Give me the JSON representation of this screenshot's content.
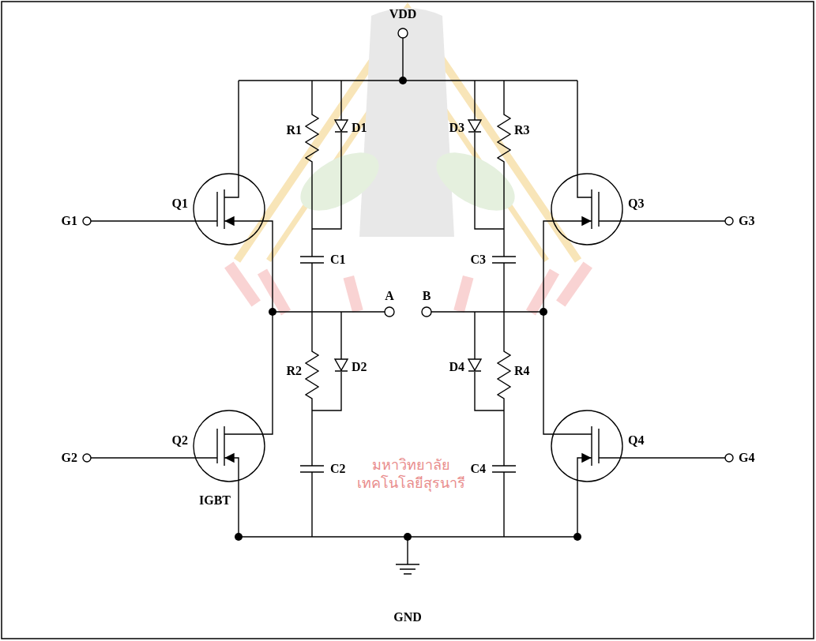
{
  "diagram": {
    "labels": [
      "VDD",
      "R1",
      "D1",
      "D3",
      "R3",
      "G1",
      "Q1",
      "Q3",
      "G3",
      "C1",
      "C3",
      "A",
      "B",
      "R2",
      "D2",
      "D4",
      "R4",
      "G2",
      "Q2",
      "Q4",
      "G4",
      "C2",
      "C4",
      "IGBT",
      "GND",
      "มหาวิทยาลัยเทคโนโลยีสุรนารี"
    ]
  }
}
